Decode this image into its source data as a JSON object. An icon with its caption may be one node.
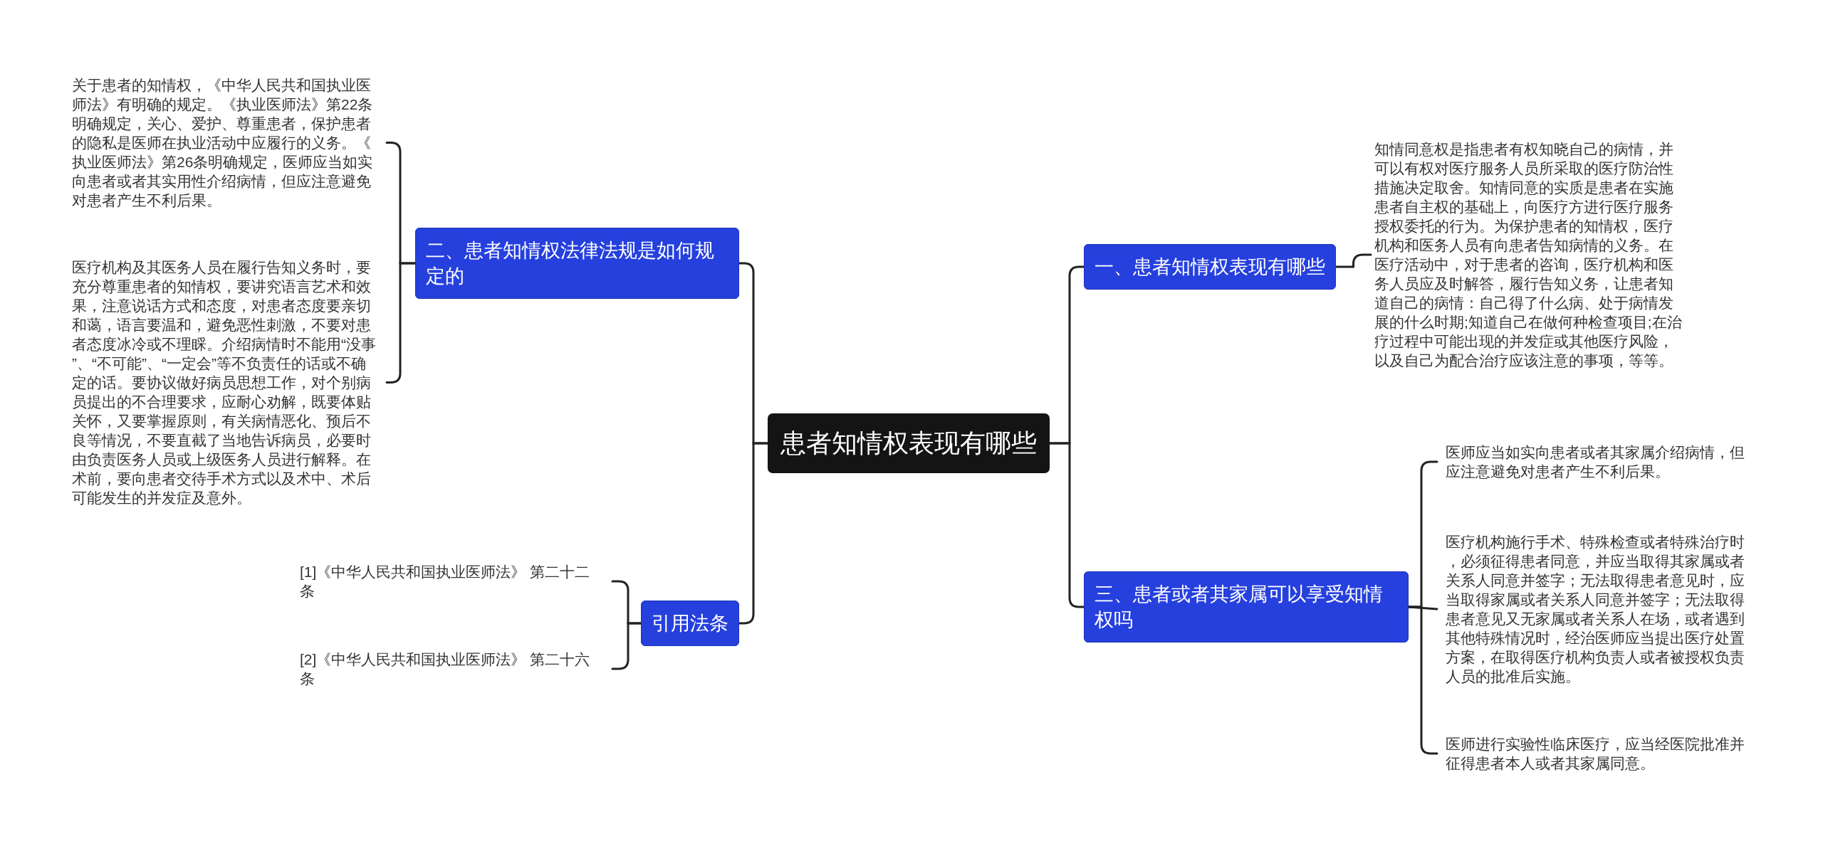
{
  "diagram": {
    "nodes": [
      {
        "text": [
          "患者知情权表现有哪些"
        ]
      },
      {
        "text": [
          "一、患者知情权表现有哪些"
        ]
      },
      {
        "text": [
          "知情同意权是指患者有权知晓自己的病情，并可以有权对医疗服务人员所采取的医疗防治性措施决定取舍。知情同意的实质是患者在实施患者自主权的基础上，向医疗方进行医疗服务授权委托的行为。为保护患者的知情权，医疗机构和医务人员有向患者告知病情的义务。在医疗活动中，对于患者的咨询，医疗机构和医务人员应及时解答，履行告知义务，让患者知道自己的病情：自己得了什么病、处于病情发展的什么时期;知道自己在做何种检查项目;在治疗过程中可能出现的并发症或其他医疗风险，以及自己为配合治疗应该注意的事项，等等。"
        ]
      },
      {
        "text": [
          "三、患者或者其家属可以享受知情权吗"
        ]
      },
      {
        "text": [
          "医师应当如实向患者或者其家属介绍病情，但应注意避免对患者产生不利后果。"
        ]
      },
      {
        "text": [
          "医疗机构施行手术、特殊检查或者特殊治疗时，必须征得患者同意，并应当取得其家属或者关系人同意并签字；无法取得患者意见时，应当取得家属或者关系人同意并签字；无法取得患者意见又无家属或者关系人在场，或者遇到其他特殊情况时，经治医师应当提出医疗处置方案，在取得医疗机构负责人或者被授权负责人员的批准后实施。"
        ]
      },
      {
        "text": [
          "医师进行实验性临床医疗，应当经医院批准并征得患者本人或者其家属同意。"
        ]
      },
      {
        "text": [
          "二、患者知情权法律法规是如何规定的"
        ]
      },
      {
        "text": [
          "关于患者的知情权，《中华人民共和国执业医师法》有明确的规定。《执业医师法》第22条明确规定，关心、爱护、尊重患者，保护患者的隐私是医师在执业活动中应履行的义务。《执业医师法》第26条明确规定，医师应当如实向患者或者其实用性介绍病情，但应注意避免对患者产生不利后果。"
        ]
      },
      {
        "text": [
          "医疗机构及其医务人员在履行告知义务时，要充分尊重患者的知情权，要讲究语言艺术和效果，注意说话方式和态度，对患者态度要亲切和蔼，语言要温和，避免恶性刺激，不要对患者态度冰冷或不理睬。介绍病情时不能用“没事”、“不可能”、“一定会”等不负责任的话或不确定的话。要协议做好病员思想工作，对个别病员提出的不合理要求，应耐心劝解，既要体贴关怀，又要掌握原则，有关病情恶化、预后不良等情况，不要直截了当地告诉病员，必要时由负责医务人员或上级医务人员进行解释。在术前，要向患者交待手术方式以及术中、术后可能发生的并发症及意外。"
        ]
      },
      {
        "text": [
          "引用法条"
        ]
      },
      {
        "text": [
          "[1]《中华人民共和国执业医师法》 第二十二条"
        ]
      },
      {
        "text": [
          "[2]《中华人民共和国执业医师法》 第二十六条"
        ]
      }
    ],
    "edges": [
      {
        "from": 0,
        "to": 1,
        "arrow": "none"
      },
      {
        "from": 1,
        "to": 2,
        "arrow": "none"
      },
      {
        "from": 0,
        "to": 3,
        "arrow": "none"
      },
      {
        "from": 3,
        "to": 4,
        "arrow": "none"
      },
      {
        "from": 3,
        "to": 5,
        "arrow": "none"
      },
      {
        "from": 3,
        "to": 6,
        "arrow": "none"
      },
      {
        "from": 0,
        "to": 7,
        "arrow": "none"
      },
      {
        "from": 7,
        "to": 8,
        "arrow": "none"
      },
      {
        "from": 7,
        "to": 9,
        "arrow": "none"
      },
      {
        "from": 0,
        "to": 10,
        "arrow": "none"
      },
      {
        "from": 10,
        "to": 11,
        "arrow": "none"
      },
      {
        "from": 10,
        "to": 12,
        "arrow": "none"
      }
    ]
  }
}
